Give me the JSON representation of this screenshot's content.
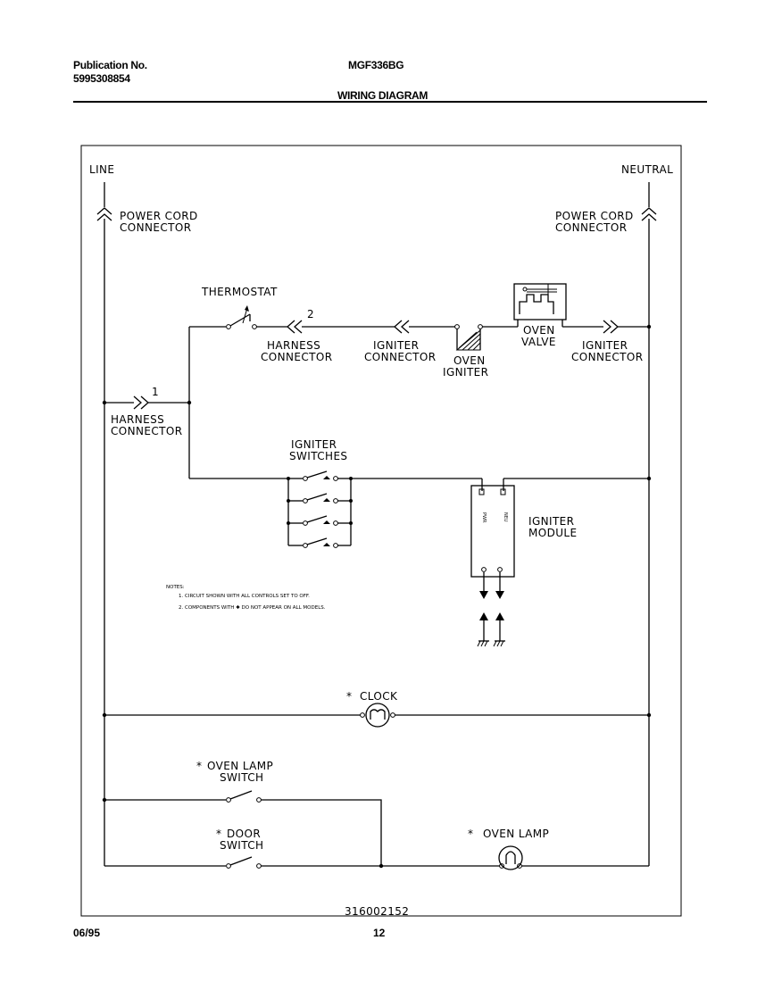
{
  "header": {
    "publication_label": "Publication No.",
    "publication_number": "5995308854",
    "model": "MGF336BG",
    "title": "WIRING DIAGRAM"
  },
  "diagram": {
    "line_label": "LINE",
    "neutral_label": "NEUTRAL",
    "power_cord_left": [
      "POWER CORD",
      "CONNECTOR"
    ],
    "power_cord_right": [
      "POWER CORD",
      "CONNECTOR"
    ],
    "thermostat": "THERMOSTAT",
    "harness_connector_top": [
      "HARNESS",
      "CONNECTOR"
    ],
    "harness_connector_top_num": "2",
    "igniter_connector_left": [
      "IGNITER",
      "CONNECTOR"
    ],
    "oven_igniter": [
      "OVEN",
      "IGNITER"
    ],
    "oven_valve": [
      "OVEN",
      "VALVE"
    ],
    "igniter_connector_right": [
      "IGNITER",
      "CONNECTOR"
    ],
    "harness_connector_left": [
      "HARNESS",
      "CONNECTOR"
    ],
    "harness_connector_left_num": "1",
    "igniter_switches": [
      "IGNITER",
      "SWITCHES"
    ],
    "igniter_module": [
      "IGNITER",
      "MODULE"
    ],
    "module_terminals": [
      "PWR",
      "NEU"
    ],
    "notes_title": "NOTES:",
    "notes": [
      "1.  CIRCUIT SHOWN WITH ALL CONTROLS SET TO OFF.",
      "2.  COMPONENTS WITH ✱ DO NOT APPEAR ON ALL MODELS."
    ],
    "clock": "CLOCK",
    "oven_lamp_switch": [
      "OVEN LAMP",
      "SWITCH"
    ],
    "door_switch": [
      "DOOR",
      "SWITCH"
    ],
    "oven_lamp": "OVEN LAMP",
    "optional_marker": "*",
    "part_number": "316002152"
  },
  "footer": {
    "date": "06/95",
    "page": "12"
  }
}
